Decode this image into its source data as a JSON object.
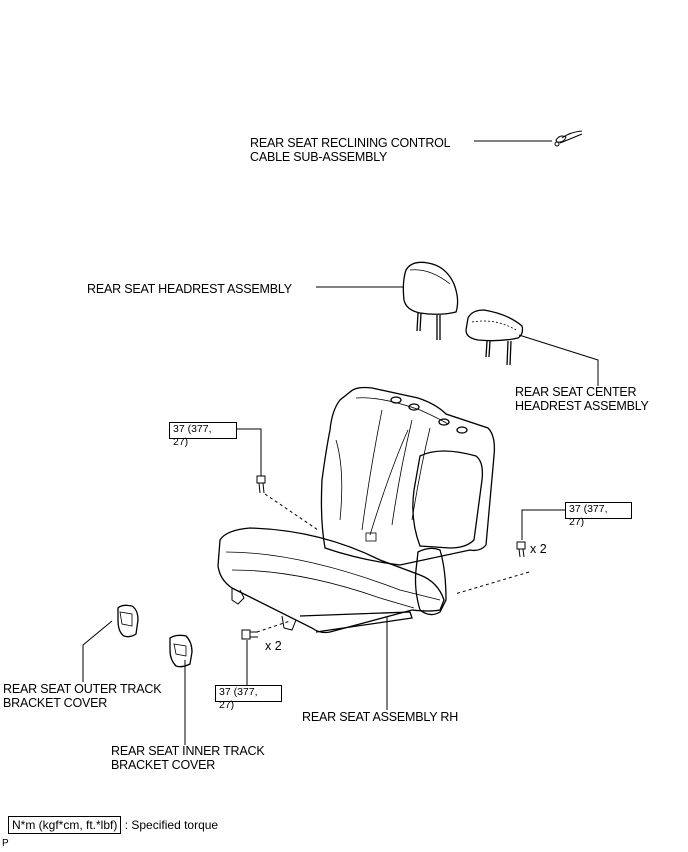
{
  "labels": {
    "cable": [
      "REAR SEAT RECLINING  CONTROL",
      "CABLE SUB-ASSEMBLY"
    ],
    "headrest": [
      "REAR SEAT HEADREST ASSEMBLY"
    ],
    "center_headrest": [
      "REAR SEAT CENTER",
      "HEADREST ASSEMBLY"
    ],
    "outer_cover": [
      "REAR SEAT OUTER TRACK",
      "BRACKET COVER"
    ],
    "inner_cover": [
      "REAR SEAT INNER TRACK",
      "BRACKET COVER"
    ],
    "seat_assembly": [
      "REAR SEAT ASSEMBLY RH"
    ]
  },
  "torques": {
    "upper_left": [
      "37 (377,",
      "27)"
    ],
    "right": [
      "37 (377,",
      "27)"
    ],
    "bottom": [
      "37 (377,",
      "27)"
    ]
  },
  "multipliers": {
    "right": "x 2",
    "bottom": "x 2"
  },
  "legend": {
    "units": "N*m (kgf*cm, ft.*lbf)",
    "description": ": Specified torque"
  },
  "figure_code": "P"
}
